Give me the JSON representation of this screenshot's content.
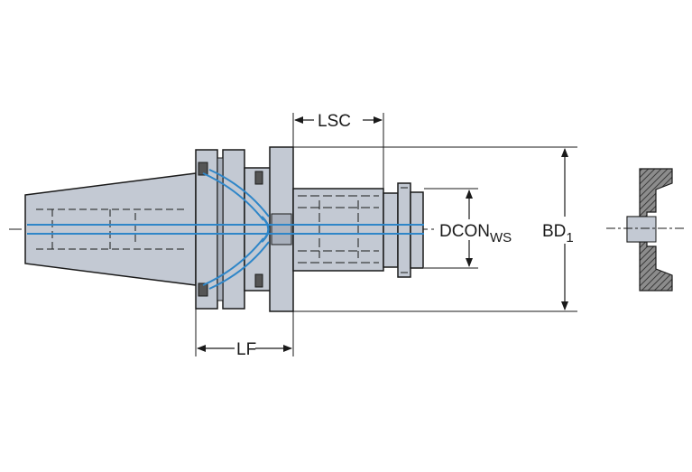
{
  "dimensions": {
    "lsc": "LSC",
    "lf": "LF",
    "dcon_main": "DCON",
    "dcon_sub": "WS",
    "bd_main": "BD",
    "bd_sub": "1"
  },
  "colors": {
    "body_fill": "#c3c9d3",
    "body_fill_dark": "#a9b0bc",
    "outline": "#1a1a1a",
    "coolant": "#2f86c8",
    "hatch": "#444444"
  },
  "icons": [
    "tool-holder-drawing",
    "cross-section-icon"
  ]
}
